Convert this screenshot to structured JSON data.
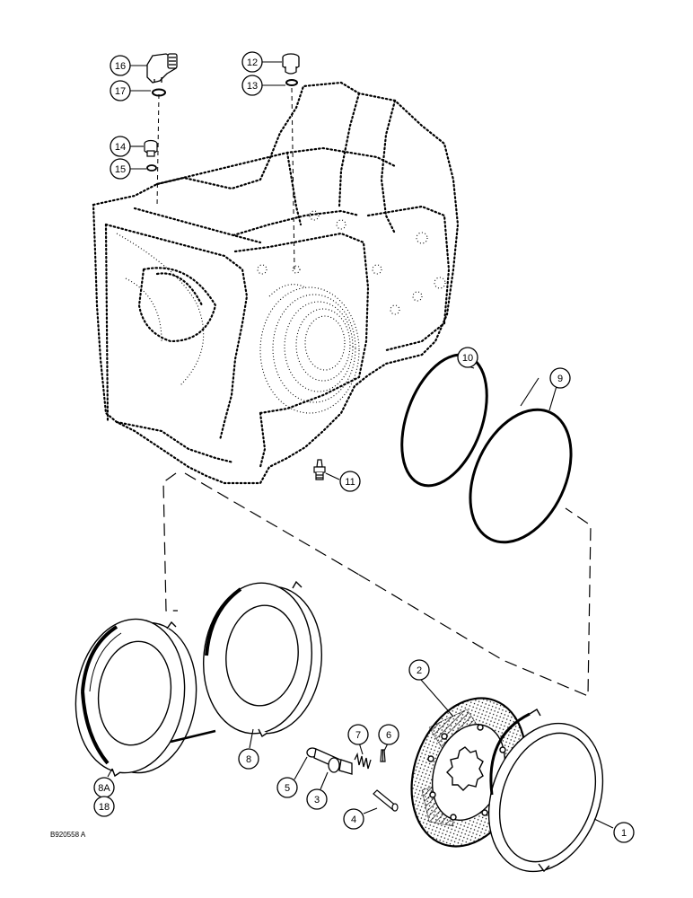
{
  "diagram": {
    "drawing_code": "B920558 A",
    "callouts": [
      {
        "id": "c1",
        "label": "1",
        "part": "separator-plate"
      },
      {
        "id": "c2",
        "label": "2",
        "part": "friction-disc"
      },
      {
        "id": "c3",
        "label": "3",
        "part": "shaft"
      },
      {
        "id": "c4",
        "label": "4",
        "part": "pin"
      },
      {
        "id": "c5",
        "label": "5",
        "part": "washer"
      },
      {
        "id": "c6",
        "label": "6",
        "part": "pin"
      },
      {
        "id": "c7",
        "label": "7",
        "part": "spring"
      },
      {
        "id": "c8",
        "label": "8",
        "part": "pressure-plate"
      },
      {
        "id": "c8a",
        "label": "8A",
        "part": "pressure-plate"
      },
      {
        "id": "c18",
        "label": "18",
        "part": "pressure-plate"
      },
      {
        "id": "c9",
        "label": "9",
        "part": "o-ring-large"
      },
      {
        "id": "c10",
        "label": "10",
        "part": "o-ring"
      },
      {
        "id": "c11",
        "label": "11",
        "part": "bleeder-screw"
      },
      {
        "id": "c12",
        "label": "12",
        "part": "plug"
      },
      {
        "id": "c13",
        "label": "13",
        "part": "o-ring-small"
      },
      {
        "id": "c14",
        "label": "14",
        "part": "plug"
      },
      {
        "id": "c15",
        "label": "15",
        "part": "o-ring-small"
      },
      {
        "id": "c16",
        "label": "16",
        "part": "elbow-fitting"
      },
      {
        "id": "c17",
        "label": "17",
        "part": "o-ring-small"
      }
    ]
  }
}
